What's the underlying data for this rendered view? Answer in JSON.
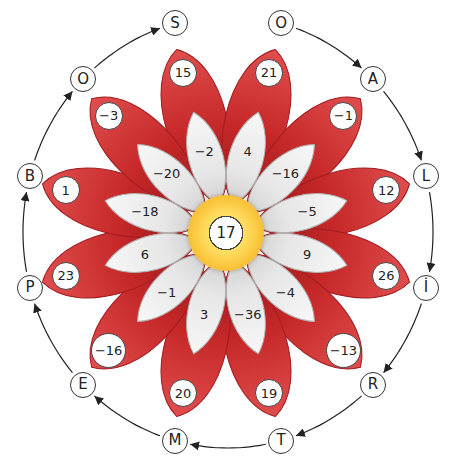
{
  "diagram": {
    "nodes": [
      {
        "text": [
          "O"
        ]
      },
      {
        "text": [
          "A"
        ]
      },
      {
        "text": [
          "L"
        ]
      },
      {
        "text": [
          "İ"
        ]
      },
      {
        "text": [
          "R"
        ]
      },
      {
        "text": [
          "T"
        ]
      },
      {
        "text": [
          "M"
        ]
      },
      {
        "text": [
          "E"
        ]
      },
      {
        "text": [
          "P"
        ]
      },
      {
        "text": [
          "B"
        ]
      },
      {
        "text": [
          "O"
        ]
      },
      {
        "text": [
          "S"
        ]
      },
      {
        "text": [
          "17"
        ]
      },
      {
        "text": [
          "15"
        ]
      },
      {
        "text": [
          "21"
        ]
      },
      {
        "text": [
          "−1"
        ]
      },
      {
        "text": [
          "12"
        ]
      },
      {
        "text": [
          "26"
        ]
      },
      {
        "text": [
          "−13"
        ]
      },
      {
        "text": [
          "19"
        ]
      },
      {
        "text": [
          "20"
        ]
      },
      {
        "text": [
          "−16"
        ]
      },
      {
        "text": [
          "23"
        ]
      },
      {
        "text": [
          "1"
        ]
      },
      {
        "text": [
          "−3"
        ]
      },
      {
        "text": [
          "−2"
        ]
      },
      {
        "text": [
          "4"
        ]
      },
      {
        "text": [
          "−16"
        ]
      },
      {
        "text": [
          "−5"
        ]
      },
      {
        "text": [
          "9"
        ]
      },
      {
        "text": [
          "−4"
        ]
      },
      {
        "text": [
          "−36"
        ]
      },
      {
        "text": [
          "3"
        ]
      },
      {
        "text": [
          "−1"
        ]
      },
      {
        "text": [
          "6"
        ]
      },
      {
        "text": [
          "−18"
        ]
      },
      {
        "text": [
          "−20"
        ]
      }
    ],
    "edges": [
      {
        "from": 0,
        "to": 1,
        "arrow": "to"
      },
      {
        "from": 1,
        "to": 2,
        "arrow": "to"
      },
      {
        "from": 2,
        "to": 3,
        "arrow": "to"
      },
      {
        "from": 3,
        "to": 4,
        "arrow": "to"
      },
      {
        "from": 4,
        "to": 5,
        "arrow": "to"
      },
      {
        "from": 5,
        "to": 6,
        "arrow": "to"
      },
      {
        "from": 6,
        "to": 7,
        "arrow": "to"
      },
      {
        "from": 7,
        "to": 8,
        "arrow": "to"
      },
      {
        "from": 8,
        "to": 9,
        "arrow": "to"
      },
      {
        "from": 9,
        "to": 10,
        "arrow": "to"
      },
      {
        "from": 10,
        "to": 11,
        "arrow": "to"
      }
    ]
  }
}
